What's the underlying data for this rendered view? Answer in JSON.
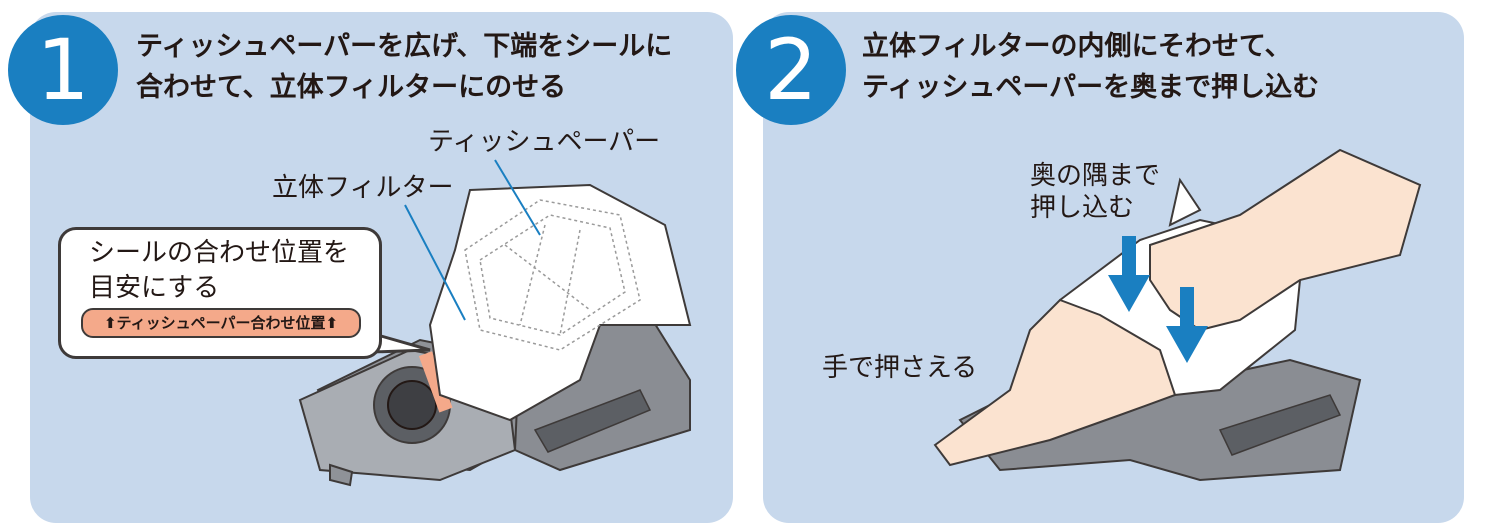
{
  "colors": {
    "panel_bg": "#c7d8ec",
    "badge": "#1a7fc1",
    "arrow": "#1a7fc1",
    "sticker": "#f4a98a"
  },
  "step1": {
    "number": "1",
    "title_line1": "ティッシュペーパーを広げ、下端をシールに",
    "title_line2": "合わせて、立体フィルターにのせる",
    "label_tissue": "ティッシュペーパー",
    "label_filter": "立体フィルター",
    "callout_line1": "シールの合わせ位置を",
    "callout_line2": "目安にする",
    "sticker_text": "ティッシュペーパー合わせ位置"
  },
  "step2": {
    "number": "2",
    "title_line1": "立体フィルターの内側にそわせて、",
    "title_line2": "ティッシュペーパーを奥まで押し込む",
    "label_push_line1": "奥の隅まで",
    "label_push_line2": "押し込む",
    "label_hold": "手で押さえる"
  }
}
